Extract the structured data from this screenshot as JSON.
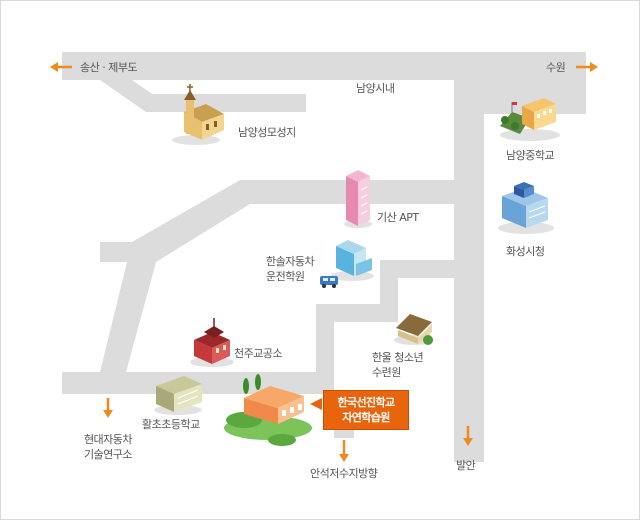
{
  "map": {
    "colors": {
      "road": "#dcdcdc",
      "arrow": "#f08a1c",
      "label": "#555555",
      "highlight": "#e8650d",
      "highlight_text": "#ffffff"
    },
    "directions": {
      "west": "송산 · 제부도",
      "east": "수원",
      "south_left": [
        "현대자동차",
        "기술연구소"
      ],
      "south_center": "안석저수지방향",
      "south_right": "발안"
    },
    "road_label": "남양시내",
    "places": {
      "cathedral": "남양성모성지",
      "middle_school": "남양중학교",
      "apt": "기산 APT",
      "city_hall": "화성시청",
      "driving_school": [
        "한솔자동차",
        "운전학원"
      ],
      "church": "천주교공소",
      "youth_center": [
        "한울 청소년",
        "수련원"
      ],
      "elementary_school": "활초초등학교"
    },
    "destination": [
      "한국선진학교",
      "자연학습원"
    ]
  }
}
